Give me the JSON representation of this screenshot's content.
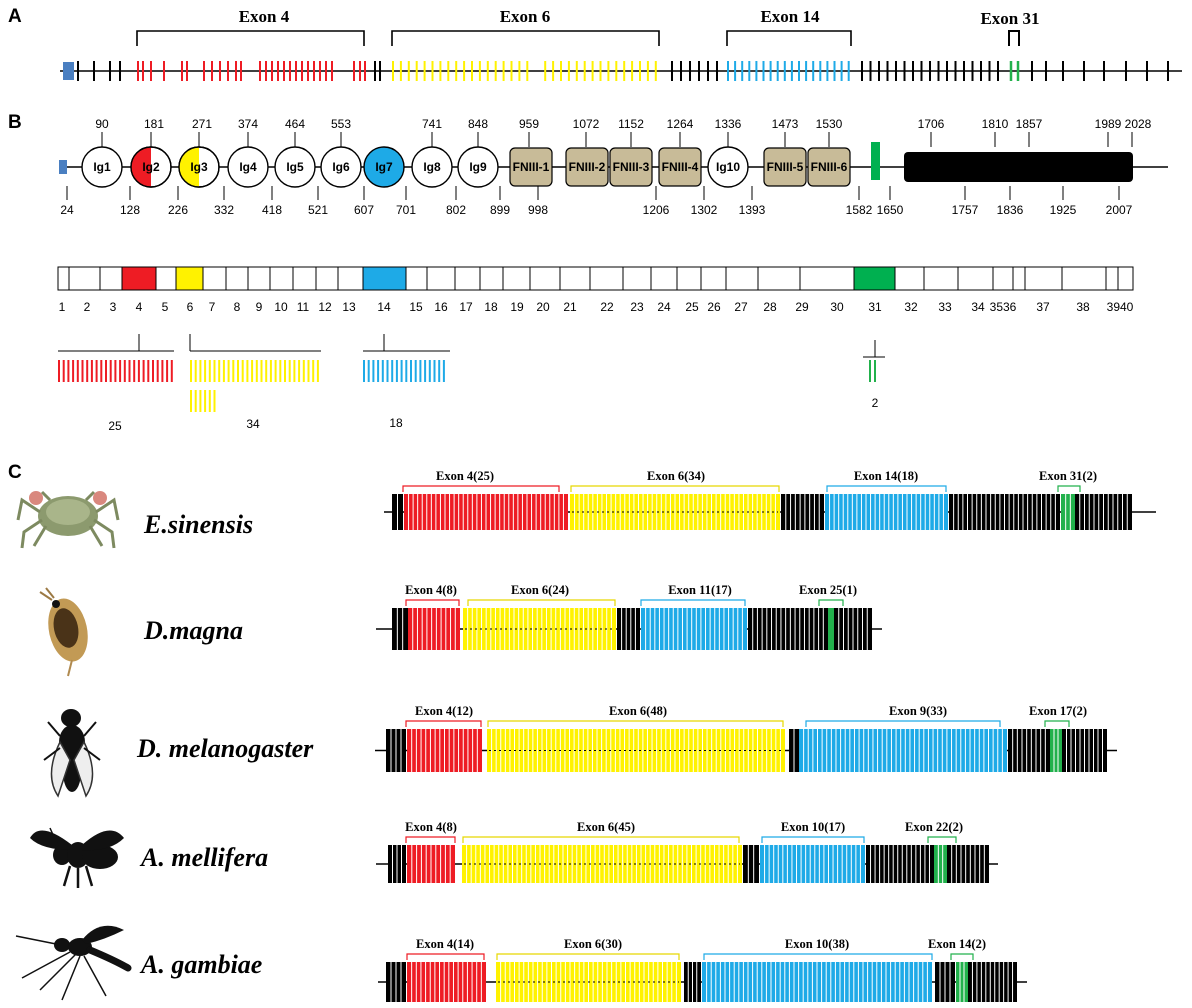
{
  "colors": {
    "exon4": "#ee1c24",
    "exon6": "#fff200",
    "exon14": "#1eaae7",
    "exon31": "#22b14c",
    "constitutive": "#000000",
    "fniii": "#c8bb98",
    "blue_box": "#4a7fc1",
    "tm": "#00b050"
  },
  "panel_a": {
    "letter": "A",
    "exon_headers": [
      "Exon 4",
      "Exon 6",
      "Exon 14",
      "Exon 31"
    ]
  },
  "panel_b": {
    "letter": "B",
    "domains": [
      "Ig1",
      "Ig2",
      "Ig3",
      "Ig4",
      "Ig5",
      "Ig6",
      "Ig7",
      "Ig8",
      "Ig9",
      "FNIII-1",
      "FNIII-2",
      "FNIII-3",
      "FNIII-4",
      "Ig10",
      "FNIII-5",
      "FNIII-6"
    ],
    "top_positions": [
      "90",
      "181",
      "271",
      "374",
      "464",
      "553",
      "741",
      "848",
      "959",
      "1072",
      "1152",
      "1264",
      "1336",
      "1473",
      "1530",
      "1706",
      "1810",
      "1857",
      "1989",
      "2028"
    ],
    "bottom_positions": [
      "24",
      "128",
      "226",
      "332",
      "418",
      "521",
      "607",
      "701",
      "802",
      "899",
      "998",
      "1206",
      "1302",
      "1393",
      "1582",
      "1650",
      "1757",
      "1836",
      "1925",
      "2007"
    ],
    "exon_numbers": [
      "1",
      "2",
      "3",
      "4",
      "5",
      "6",
      "7",
      "8",
      "9",
      "10",
      "11",
      "12",
      "13",
      "14",
      "15",
      "16",
      "17",
      "18",
      "19",
      "20",
      "21",
      "22",
      "23",
      "24",
      "25",
      "26",
      "27",
      "28",
      "29",
      "30",
      "31",
      "32",
      "33",
      "34",
      "3536",
      "37",
      "38",
      "3940"
    ],
    "variant_counts": [
      "25",
      "34",
      "18",
      "2"
    ]
  },
  "panel_c": {
    "letter": "C",
    "species": [
      {
        "name": "E.sinensis",
        "exons": [
          "Exon 4(25)",
          "Exon 6(34)",
          "Exon 14(18)",
          "Exon 31(2)"
        ]
      },
      {
        "name": "D.magna",
        "exons": [
          "Exon 4(8)",
          "Exon 6(24)",
          "Exon 11(17)",
          "Exon 25(1)"
        ]
      },
      {
        "name": "D. melanogaster",
        "exons": [
          "Exon 4(12)",
          "Exon 6(48)",
          "Exon 9(33)",
          "Exon 17(2)"
        ]
      },
      {
        "name": "A. mellifera",
        "exons": [
          "Exon 4(8)",
          "Exon 6(45)",
          "Exon 10(17)",
          "Exon 22(2)"
        ]
      },
      {
        "name": "A. gambiae",
        "exons": [
          "Exon 4(14)",
          "Exon 6(30)",
          "Exon 10(38)",
          "Exon 14(2)"
        ]
      }
    ]
  }
}
